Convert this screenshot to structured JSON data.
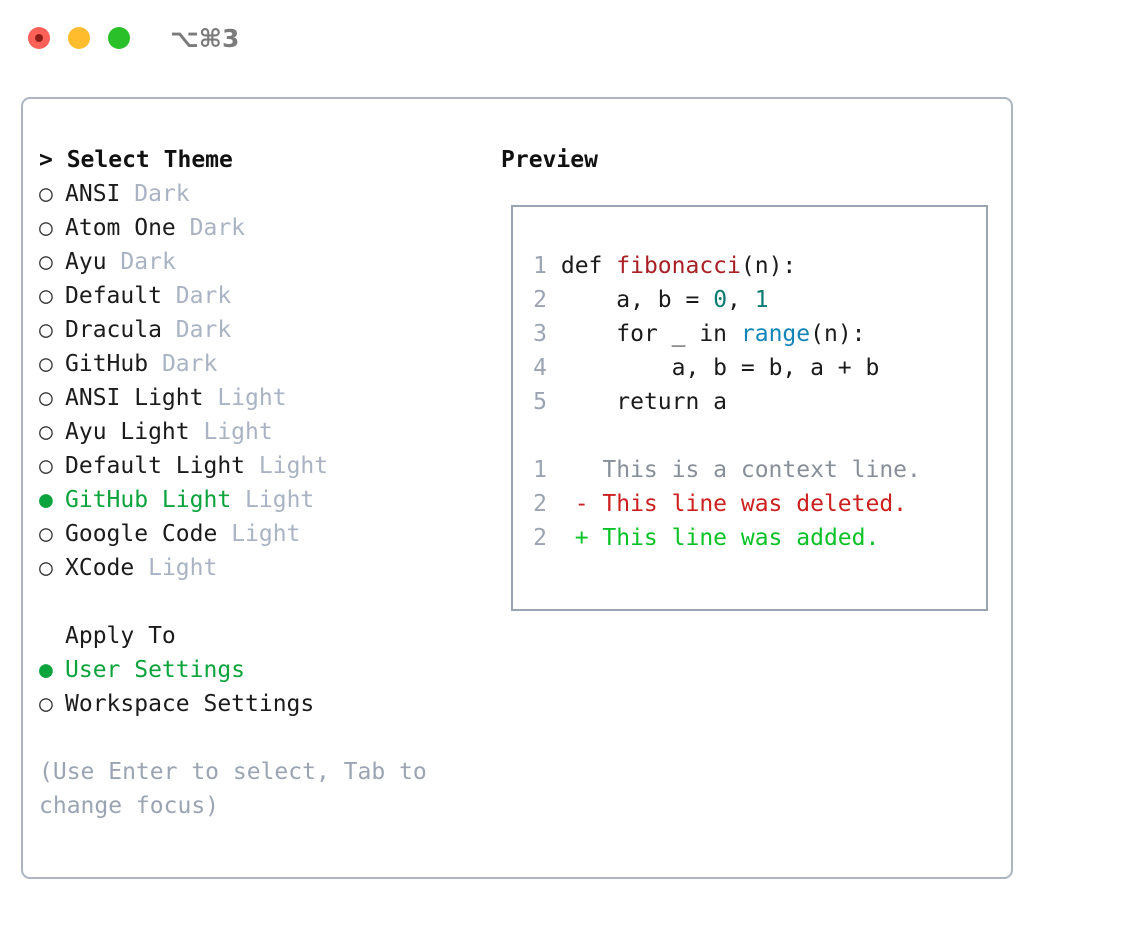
{
  "titlebar": {
    "shortcut": "⌥⌘3",
    "buttons": [
      {
        "name": "close",
        "color": "#ff6159"
      },
      {
        "name": "minimize",
        "color": "#ffbd2e"
      },
      {
        "name": "maximize",
        "color": "#2ac02a"
      }
    ]
  },
  "colors": {
    "selected_green": "#0ba33b",
    "tag_gray": "#a9b3c3",
    "hint_gray": "#9aa4b2",
    "panel_border": "#adb5c0",
    "preview_border": "#9aa5b4",
    "code_fn_red": "#a81f24",
    "code_builtin_blue": "#1184b8",
    "code_num_teal": "#0a7a73",
    "diff_del_red": "#cc1f1f",
    "diff_add_green": "#0ac227",
    "diff_ctx_gray": "#888f99"
  },
  "theme_picker": {
    "title": "> Select Theme",
    "items": [
      {
        "marker": "○",
        "label": "ANSI",
        "tag": "Dark",
        "selected": false
      },
      {
        "marker": "○",
        "label": "Atom One",
        "tag": "Dark",
        "selected": false
      },
      {
        "marker": "○",
        "label": "Ayu",
        "tag": "Dark",
        "selected": false
      },
      {
        "marker": "○",
        "label": "Default",
        "tag": "Dark",
        "selected": false
      },
      {
        "marker": "○",
        "label": "Dracula",
        "tag": "Dark",
        "selected": false
      },
      {
        "marker": "○",
        "label": "GitHub",
        "tag": "Dark",
        "selected": false
      },
      {
        "marker": "○",
        "label": "ANSI Light",
        "tag": "Light",
        "selected": false
      },
      {
        "marker": "○",
        "label": "Ayu Light",
        "tag": "Light",
        "selected": false
      },
      {
        "marker": "○",
        "label": "Default Light",
        "tag": "Light",
        "selected": false
      },
      {
        "marker": "●",
        "label": "GitHub Light",
        "tag": "Light",
        "selected": true
      },
      {
        "marker": "○",
        "label": "Google Code",
        "tag": "Light",
        "selected": false
      },
      {
        "marker": "○",
        "label": "XCode",
        "tag": "Light",
        "selected": false
      }
    ]
  },
  "apply_to": {
    "title": "Apply To",
    "items": [
      {
        "marker": "●",
        "label": "User Settings",
        "selected": true
      },
      {
        "marker": "○",
        "label": "Workspace Settings",
        "selected": false
      }
    ]
  },
  "hint": "(Use Enter to select, Tab to change focus)",
  "preview": {
    "title": "Preview",
    "code_lines": [
      {
        "no": "1",
        "segments": [
          {
            "text": "def ",
            "style": "plain"
          },
          {
            "text": "fibonacci",
            "style": "fn"
          },
          {
            "text": "(n):",
            "style": "plain"
          }
        ]
      },
      {
        "no": "2",
        "segments": [
          {
            "text": "    a, b = ",
            "style": "plain"
          },
          {
            "text": "0",
            "style": "num"
          },
          {
            "text": ", ",
            "style": "plain"
          },
          {
            "text": "1",
            "style": "num"
          }
        ]
      },
      {
        "no": "3",
        "segments": [
          {
            "text": "    for _ in ",
            "style": "plain"
          },
          {
            "text": "range",
            "style": "builtin"
          },
          {
            "text": "(n):",
            "style": "plain"
          }
        ]
      },
      {
        "no": "4",
        "segments": [
          {
            "text": "        a, b = b, a + b",
            "style": "plain"
          }
        ]
      },
      {
        "no": "5",
        "segments": [
          {
            "text": "    return a",
            "style": "plain"
          }
        ]
      }
    ],
    "diff_lines": [
      {
        "no": "1",
        "sign": " ",
        "text": "This is a context line.",
        "style": "ctx"
      },
      {
        "no": "2",
        "sign": "-",
        "text": "This line was deleted.",
        "style": "del"
      },
      {
        "no": "2",
        "sign": "+",
        "text": "This line was added.",
        "style": "add"
      }
    ]
  }
}
